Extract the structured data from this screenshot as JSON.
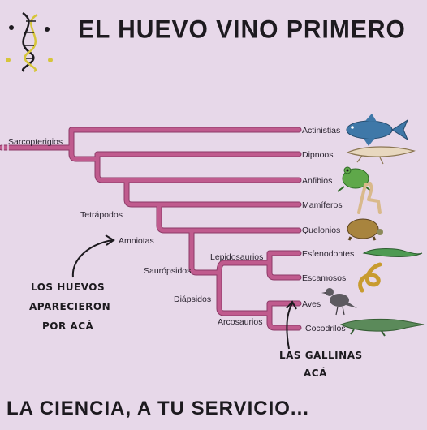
{
  "header": {
    "title": "EL HUEVO VINO PRIMERO",
    "logo_icon": "dna-helix-icon"
  },
  "tree": {
    "clades": {
      "sarcopterigios": "Sarcopterigios",
      "tetrapodos": "Tetrápodos",
      "amniotas": "Amniotas",
      "sauropsidos": "Saurópsidos",
      "diapsidos": "Diápsidos",
      "lepidosaurios": "Lepidosaurios",
      "arcosaurios": "Arcosaurios"
    },
    "taxa": [
      {
        "label": "Actinistias",
        "icon": "coelacanth-icon"
      },
      {
        "label": "Dipnoos",
        "icon": "lungfish-icon"
      },
      {
        "label": "Anfibios",
        "icon": "frog-icon"
      },
      {
        "label": "Mamíferos",
        "icon": "llama-icon"
      },
      {
        "label": "Quelonios",
        "icon": "tortoise-icon"
      },
      {
        "label": "Esfenodontes",
        "icon": "tuatara-icon"
      },
      {
        "label": "Escamosos",
        "icon": "snake-icon"
      },
      {
        "label": "Aves",
        "icon": "bird-icon"
      },
      {
        "label": "Cocodrilos",
        "icon": "crocodile-icon"
      }
    ],
    "branch_color": "#c05b8e"
  },
  "annotations": {
    "eggs_note": [
      "LOS HUEVOS",
      "APARECIERON",
      "POR ACÁ"
    ],
    "hens_note": [
      "LAS GALLINAS",
      "ACÁ"
    ]
  },
  "footer": {
    "tagline": "LA CIENCIA, A TU SERVICIO..."
  }
}
